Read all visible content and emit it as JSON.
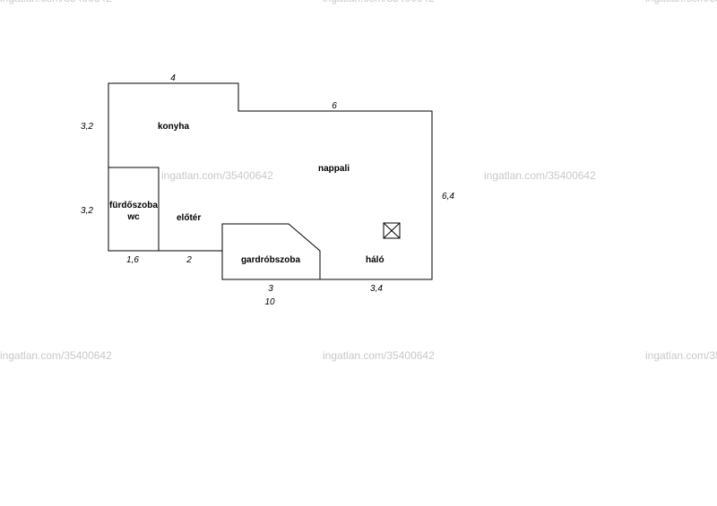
{
  "watermark": "ingatlan.com/35400642",
  "rooms": {
    "konyha": "konyha",
    "nappali": "nappali",
    "furdoszoba": "fürdőszoba",
    "wc": "wc",
    "eloter": "előtér",
    "gardrobszoba": "gardróbszoba",
    "halo": "háló"
  },
  "dimensions": {
    "top_left": "4",
    "top_right": "6",
    "left_upper": "3,2",
    "left_lower": "3,2",
    "right": "6,4",
    "bottom_bath": "1,6",
    "bottom_hall": "2",
    "bottom_wardrobe": "3",
    "bottom_bedroom": "3,4",
    "total_width": "10"
  }
}
